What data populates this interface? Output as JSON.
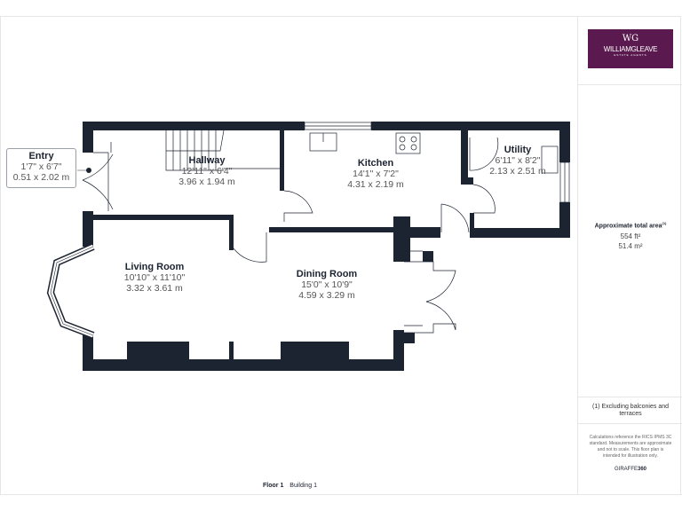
{
  "brand": {
    "logo_text": "WILLIAMGLEAVE",
    "logo_subtext": "ESTATE AGENTS",
    "logo_mark": "WG",
    "color": "#5b1a4f"
  },
  "area": {
    "title": "Approximate total area",
    "footnote_marker": "(1)",
    "sqft": "554 ft²",
    "sqm": "51.4 m²"
  },
  "notes": {
    "exclusion": "(1) Excluding balconies and terraces",
    "disclaimer": "Calculations reference the RICS IPMS 3C standard. Measurements are approximate and not to scale. This floor plan is intended for illustration only.",
    "credit_prefix": "GIRAFFE",
    "credit_suffix": "360"
  },
  "rooms": [
    {
      "name": "Entry",
      "imperial": "1'7\" x 6'7\"",
      "metric": "0.51 x 2.02 m"
    },
    {
      "name": "Hallway",
      "imperial": "12'11\" x 6'4\"",
      "metric": "3.96 x 1.94 m"
    },
    {
      "name": "Kitchen",
      "imperial": "14'1\" x 7'2\"",
      "metric": "4.31 x 2.19 m"
    },
    {
      "name": "Utility",
      "imperial": "6'11\" x 8'2\"",
      "metric": "2.13 x 2.51 m"
    },
    {
      "name": "Living Room",
      "imperial": "10'10\" x 11'10\"",
      "metric": "3.32 x 3.61 m"
    },
    {
      "name": "Dining Room",
      "imperial": "15'0\" x 10'9\"",
      "metric": "4.59 x 3.29 m"
    }
  ],
  "footer": {
    "floor": "Floor 1",
    "building": "Building 1"
  },
  "colors": {
    "wall": "#1c2331"
  }
}
